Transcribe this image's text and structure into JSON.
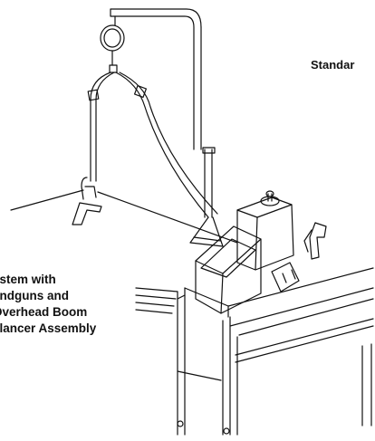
{
  "labels": {
    "standard": "Standar",
    "system_caption": [
      "ystem with",
      "andguns and",
      "Overhead Boom",
      "alancer Assembly"
    ]
  },
  "colors": {
    "line": "#111111",
    "background": "#ffffff"
  }
}
